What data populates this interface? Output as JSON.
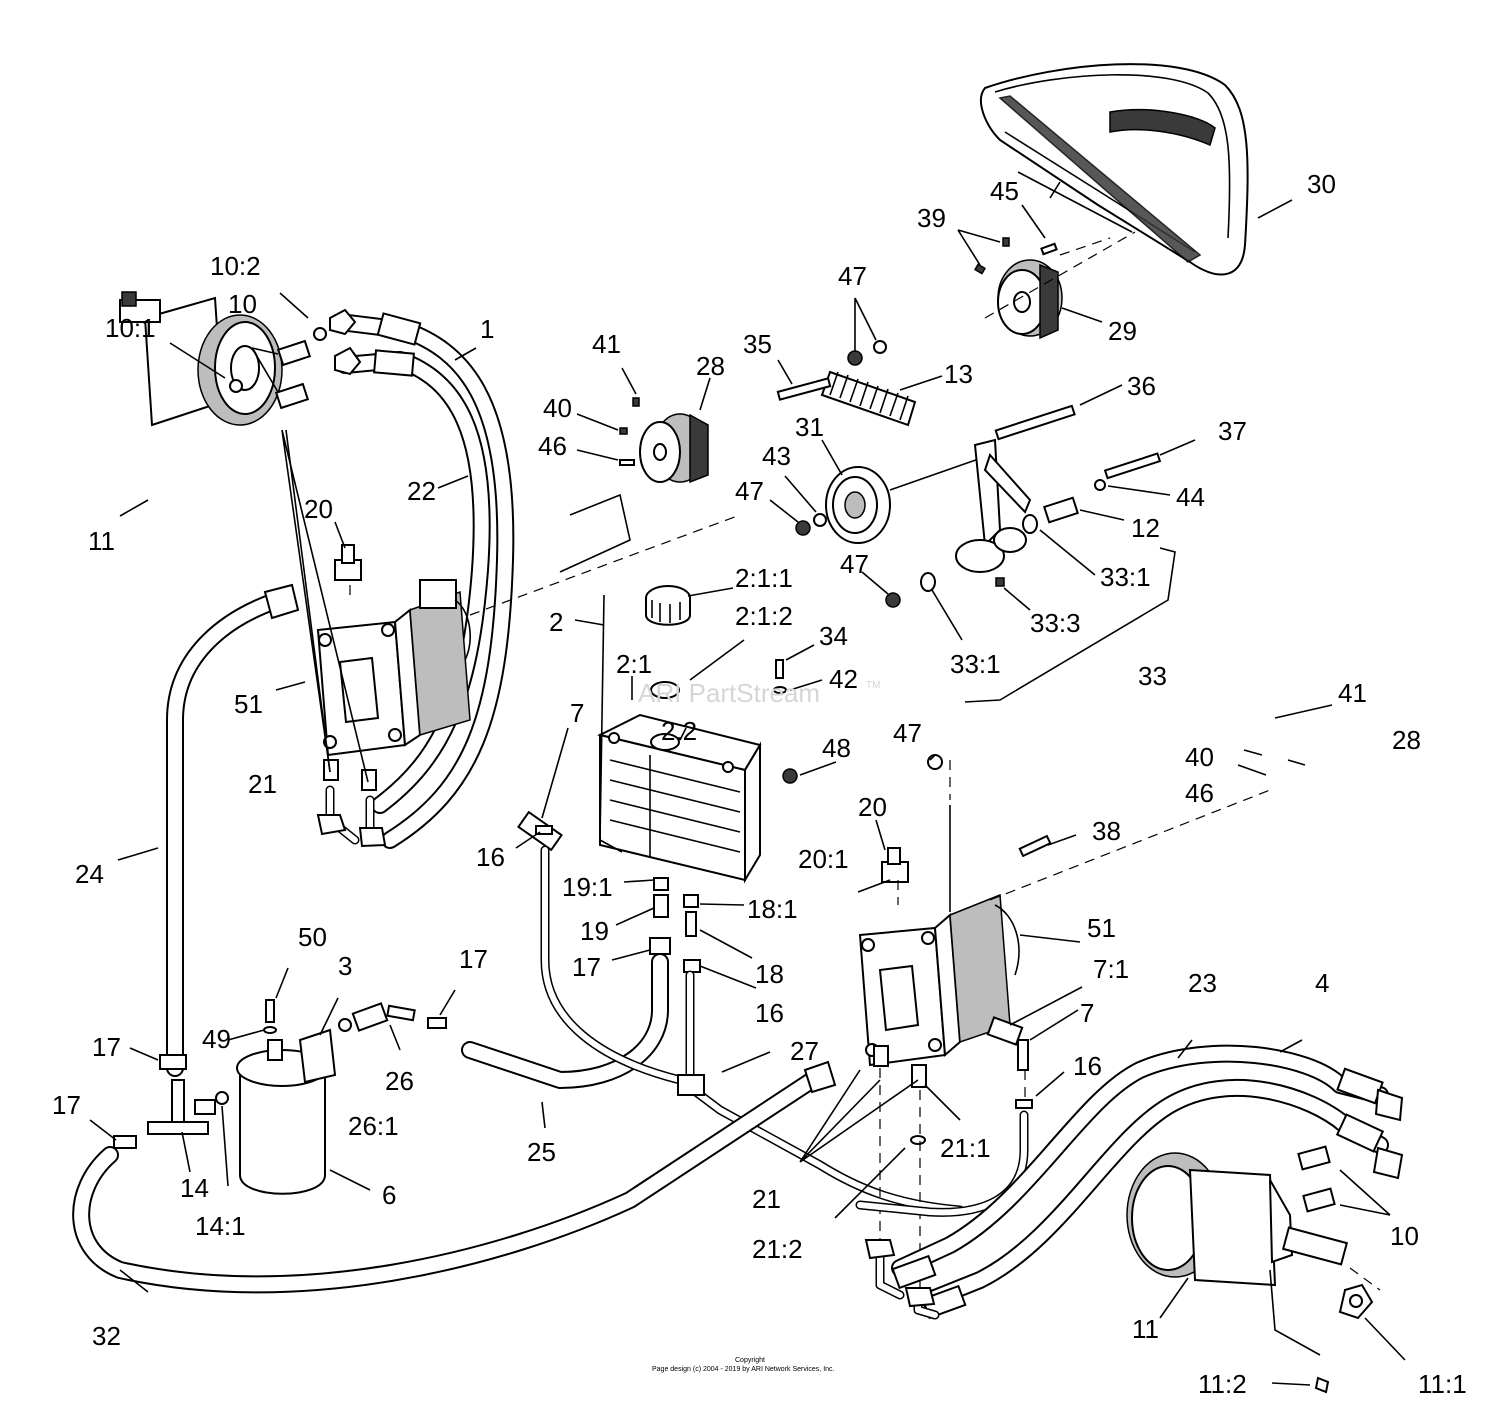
{
  "watermark": {
    "text": "ARI PartStream",
    "trademark": "TM"
  },
  "footer": {
    "line1": "Copyright",
    "line2": "Page design (c) 2004 - 2019 by ARI Network Services, Inc."
  },
  "callouts": [
    {
      "id": "c-10-2",
      "text": "10:2"
    },
    {
      "id": "c-10-1",
      "text": "10:1"
    },
    {
      "id": "c-10-a",
      "text": "10"
    },
    {
      "id": "c-1",
      "text": "1"
    },
    {
      "id": "c-11-a",
      "text": "11"
    },
    {
      "id": "c-22",
      "text": "22"
    },
    {
      "id": "c-20-a",
      "text": "20"
    },
    {
      "id": "c-51-a",
      "text": "51"
    },
    {
      "id": "c-21-a",
      "text": "21"
    },
    {
      "id": "c-24",
      "text": "24"
    },
    {
      "id": "c-41-a",
      "text": "41"
    },
    {
      "id": "c-40-a",
      "text": "40"
    },
    {
      "id": "c-46-a",
      "text": "46"
    },
    {
      "id": "c-28-a",
      "text": "28"
    },
    {
      "id": "c-35",
      "text": "35"
    },
    {
      "id": "c-47-a",
      "text": "47"
    },
    {
      "id": "c-13",
      "text": "13"
    },
    {
      "id": "c-31",
      "text": "31"
    },
    {
      "id": "c-43",
      "text": "43"
    },
    {
      "id": "c-47-b",
      "text": "47"
    },
    {
      "id": "c-36",
      "text": "36"
    },
    {
      "id": "c-37",
      "text": "37"
    },
    {
      "id": "c-44",
      "text": "44"
    },
    {
      "id": "c-12",
      "text": "12"
    },
    {
      "id": "c-33-1-a",
      "text": "33:1"
    },
    {
      "id": "c-33-3",
      "text": "33:3"
    },
    {
      "id": "c-47-c",
      "text": "47"
    },
    {
      "id": "c-33-1-b",
      "text": "33:1"
    },
    {
      "id": "c-33",
      "text": "33"
    },
    {
      "id": "c-39",
      "text": "39"
    },
    {
      "id": "c-45",
      "text": "45"
    },
    {
      "id": "c-30",
      "text": "30"
    },
    {
      "id": "c-29",
      "text": "29"
    },
    {
      "id": "c-2-1-1",
      "text": "2:1:1"
    },
    {
      "id": "c-2",
      "text": "2"
    },
    {
      "id": "c-2-1-2",
      "text": "2:1:2"
    },
    {
      "id": "c-2-1",
      "text": "2:1"
    },
    {
      "id": "c-34",
      "text": "34"
    },
    {
      "id": "c-42",
      "text": "42"
    },
    {
      "id": "c-2-2",
      "text": "2.2"
    },
    {
      "id": "c-7-a",
      "text": "7"
    },
    {
      "id": "c-48",
      "text": "48"
    },
    {
      "id": "c-47-d",
      "text": "47"
    },
    {
      "id": "c-41-b",
      "text": "41"
    },
    {
      "id": "c-40-b",
      "text": "40"
    },
    {
      "id": "c-28-b",
      "text": "28"
    },
    {
      "id": "c-46-b",
      "text": "46"
    },
    {
      "id": "c-16-a",
      "text": "16"
    },
    {
      "id": "c-19-1",
      "text": "19:1"
    },
    {
      "id": "c-18-1",
      "text": "18:1"
    },
    {
      "id": "c-19",
      "text": "19"
    },
    {
      "id": "c-17-a",
      "text": "17"
    },
    {
      "id": "c-18",
      "text": "18"
    },
    {
      "id": "c-16-b",
      "text": "16"
    },
    {
      "id": "c-20-b",
      "text": "20"
    },
    {
      "id": "c-20-1",
      "text": "20:1"
    },
    {
      "id": "c-38",
      "text": "38"
    },
    {
      "id": "c-51-b",
      "text": "51"
    },
    {
      "id": "c-7-1",
      "text": "7:1"
    },
    {
      "id": "c-7-b",
      "text": "7"
    },
    {
      "id": "c-50",
      "text": "50"
    },
    {
      "id": "c-3",
      "text": "3"
    },
    {
      "id": "c-17-b",
      "text": "17"
    },
    {
      "id": "c-49",
      "text": "49"
    },
    {
      "id": "c-26",
      "text": "26"
    },
    {
      "id": "c-26-1",
      "text": "26:1"
    },
    {
      "id": "c-17-c",
      "text": "17"
    },
    {
      "id": "c-17-d",
      "text": "17"
    },
    {
      "id": "c-14",
      "text": "14"
    },
    {
      "id": "c-14-1",
      "text": "14:1"
    },
    {
      "id": "c-6",
      "text": "6"
    },
    {
      "id": "c-25",
      "text": "25"
    },
    {
      "id": "c-27",
      "text": "27"
    },
    {
      "id": "c-32",
      "text": "32"
    },
    {
      "id": "c-23",
      "text": "23"
    },
    {
      "id": "c-4",
      "text": "4"
    },
    {
      "id": "c-16-c",
      "text": "16"
    },
    {
      "id": "c-21-b",
      "text": "21"
    },
    {
      "id": "c-21-1",
      "text": "21:1"
    },
    {
      "id": "c-21-2",
      "text": "21:2"
    },
    {
      "id": "c-10-b",
      "text": "10"
    },
    {
      "id": "c-11-b",
      "text": "11"
    },
    {
      "id": "c-11-2",
      "text": "11:2"
    },
    {
      "id": "c-11-1",
      "text": "11:1"
    }
  ]
}
